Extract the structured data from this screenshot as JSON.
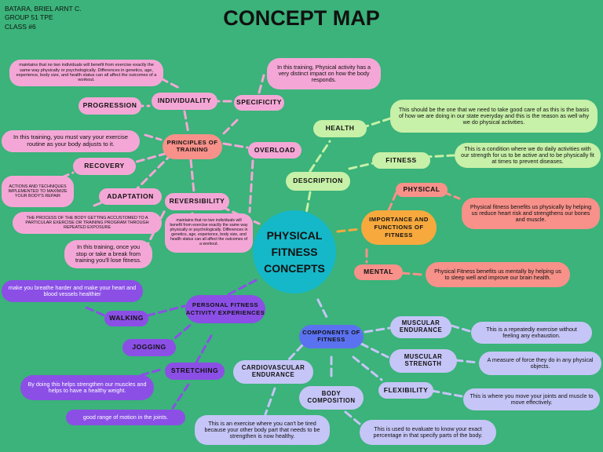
{
  "header": {
    "author_line1": "BATARA, BRIEL ARNT C.",
    "author_line2": "GROUP 51 TPE",
    "author_line3": "CLASS #6",
    "title": "CONCEPT MAP"
  },
  "center": "PHYSICAL FITNESS CONCEPTS",
  "principles": {
    "label": "PRINCIPLES OF TRAINING",
    "individuality": "INDIVIDUALITY",
    "individuality_desc": "maintains that no two individuals will benefit from exercise exactly the same way physically or psychologically. Differences in genetics, age, experience, body size, and health status can all affect the outcomes of a workout.",
    "specificity": "SPECIFICITY",
    "specificity_desc": "In this training, Physical activity has a very distinct impact on how the body responds.",
    "progression": "PROGRESSION",
    "progression_desc": "In this training, you must vary your exercise routine as your body adjusts to it.",
    "recovery": "RECOVERY",
    "recovery_desc": "ACTIONS AND TECHNIQUES IMPLEMENTED TO MAXIMIZE YOUR BODY'S REPAIR",
    "adaptation": "ADAPTATION",
    "adaptation_desc": "THE PROCESS OF THE BODY GETTING ACCUSTOMED TO A PARTICULAR EXERCISE OR TRAINING PROGRAM THROUGH REPEATED EXPOSURE",
    "overload": "OVERLOAD",
    "overload_desc": "maintains that no two individuals will benefit from exercise exactly the same way physically or psychologically. Differences in genetics, age, experience, body size, and health status can all affect the outcomes of a workout.",
    "reversibility": "REVERSIBILITY",
    "reversibility_desc": "In  this training, once you stop or take a break from training you'll lose fitness."
  },
  "description": {
    "label": "DESCRIPTION",
    "health": "HEALTH",
    "health_desc": "This should be the one that we need to take  good care of as this is the basis of how we are doing  in our state everyday and this is the reason as well why we do physical activities.",
    "fitness": "FITNESS",
    "fitness_desc": "This is a  condition where we do daily activities with our strength for us to be active and to be physically fit at times to prevent diseases."
  },
  "importance": {
    "label": "IMPORTANCE AND FUNCTIONS OF FITNESS",
    "physical": "PHYSICAL",
    "physical_desc": "Physical fitness benefits us physically by helping us reduce heart risk and strengthens our bones and muscle.",
    "mental": "MENTAL",
    "mental_desc": "Physical Fitness benefits us mentally by helping us to sleep well and improve our brain health."
  },
  "personal": {
    "label": "PERSONAL FITNESS ACTIVITY EXPERIENCES",
    "walking": "WALKING",
    "walking_desc": "make you breathe harder and make your heart and blood vessels healthier",
    "jogging": "JOGGING",
    "jogging_desc": "By doing this helps strengthen our muscles and helps to have a healthy weight.",
    "stretching": "STRETCHING",
    "stretching_desc": "good range of motion in the joints."
  },
  "components": {
    "label": "COMPONENTS OF FITNESS",
    "muscular_endurance": "MUSCULAR ENDURANCE",
    "muscular_endurance_desc": "This is a repeatedly exercise without feeling any exhaustion.",
    "muscular_strength": "MUSCULAR STRENGTH",
    "muscular_strength_desc": "A measure of force they do in any physical objects.",
    "flexibility": "FLEXIBILITY",
    "flexibility_desc": "This is where you move your joints and muscle to move effectively.",
    "cardio": "CARDIOVASCULAR ENDURANCE",
    "cardio_desc": "This is an exercise where you can't be tired because your other body part that needs to be strengthen is now healthy.",
    "body_comp": "BODY COMPOSITION",
    "body_comp_desc": "This is used to evaluate to know your exact percentage in that specify parts of the body."
  }
}
